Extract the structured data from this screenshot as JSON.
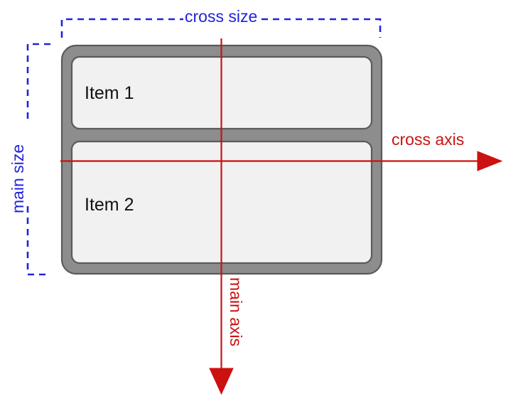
{
  "diagram": {
    "title": "flexbox column axes diagram",
    "container": {
      "name": "flex-container",
      "border_color": "#8d8d8d",
      "border_stroke": "#5a5a5a",
      "fill": "#f1f1f1"
    },
    "items": [
      {
        "label": "Item 1"
      },
      {
        "label": "Item 2"
      }
    ],
    "annotations": {
      "cross_size": "cross size",
      "main_size": "main size",
      "cross_axis": "cross axis",
      "main_axis": "main axis"
    },
    "colors": {
      "annotation_blue": "#2222dd",
      "axis_red": "#cc1111",
      "item_fill": "#f1f1f1",
      "container_fill": "#8d8d8d",
      "outline": "#5a5a5a",
      "text": "#121212",
      "background": "#ffffff"
    }
  }
}
